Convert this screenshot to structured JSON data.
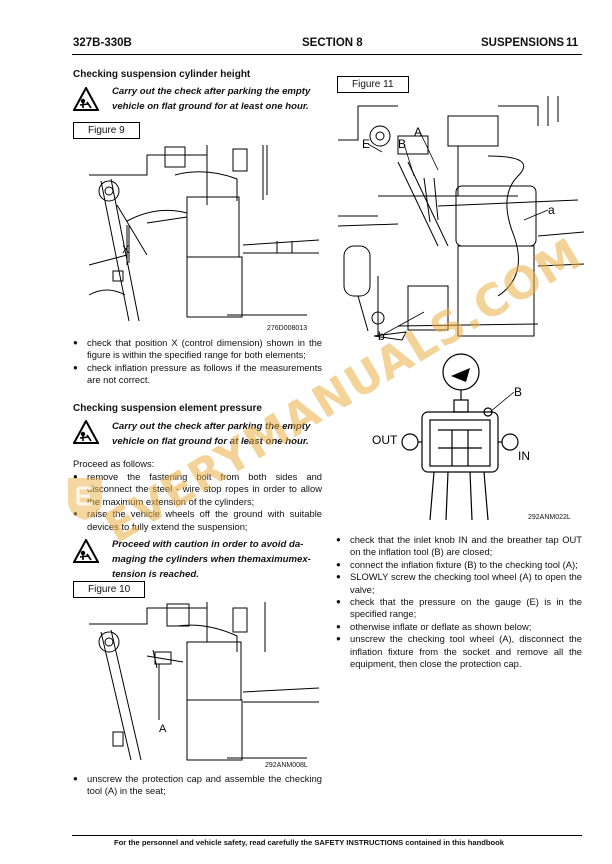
{
  "header": {
    "left": "327B-330B",
    "center": "SECTION 8",
    "right": "SUSPENSIONS",
    "page": "11"
  },
  "left": {
    "heading1": "Checking suspension cylinder height",
    "warning1": [
      "Carry out the check after parking the empty",
      "vehicle on flat ground for at least one hour."
    ],
    "figure9": {
      "label": "Figure 9",
      "code": "276D008013",
      "callout": "X"
    },
    "bullets1": [
      "check that position X (control dimension) shown in the figure is within the specified range for both elements;",
      "check inflation pressure as follows if the measurements are not correct."
    ],
    "heading2": "Checking suspension element pressure",
    "warning2": [
      "Carry out the check after parking the empty",
      "vehicle on flat ground for at least one hour."
    ],
    "proceed": "Proceed as follows:",
    "bullets2": [
      "remove the fastening bolt from both sides and disconnect the steel - wire stop ropes in order to allow the maximum extension of the cylinders;",
      "raise the vehicle wheels off the ground with suitable devices to fully extend the suspension;"
    ],
    "warning3": [
      "Proceed with caution in order to avoid da-",
      "maging the cylinders when themaximumex-",
      "tension is reached."
    ],
    "figure10": {
      "label": "Figure 10",
      "code": "292ANM008L",
      "callout": "A"
    },
    "bullets3": [
      "unscrew the protection cap and assemble the checking tool (A) in the seat;"
    ]
  },
  "right": {
    "figure11": {
      "label": "Figure 11",
      "code": "292ANM022L",
      "callouts": [
        "E",
        "B",
        "A",
        "a",
        "b",
        "B",
        "OUT",
        "IN"
      ]
    },
    "bullets": [
      "check that the inlet knob IN and the breather tap OUT on the inflation tool (B) are closed;",
      "connect the inflation fixture (B) to the checking tool (A);",
      "SLOWLY screw the checking tool wheel (A) to open the valve;",
      "check that the pressure on the gauge (E) is in the specified range;",
      "otherwise inflate or deflate as shown below;",
      "unscrew the checking tool wheel (A), disconnect the inflation fixture from the socket and remove all the equipment, then close the protection cap."
    ]
  },
  "watermark": "EVERYMANUALS.COM",
  "footer": "For the personnel and vehicle safety, read carefully the SAFETY INSTRUCTIONS contained in this handbook",
  "icons": [
    "warning-triangle-icon",
    "watermark-logo-icon"
  ],
  "colors": {
    "watermark": "#ebaf46",
    "ink": "#111111"
  }
}
